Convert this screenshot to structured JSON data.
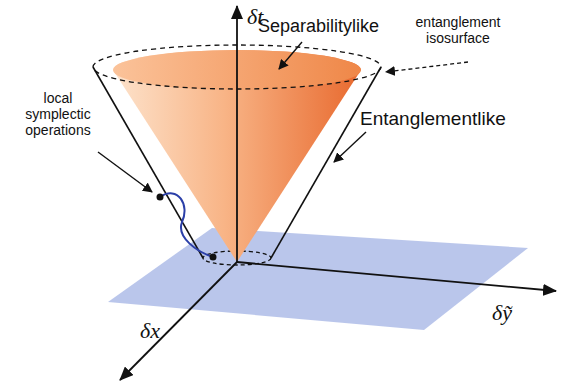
{
  "diagram": {
    "labels": [
      "Separabilitylike",
      "entanglement isosurface",
      "Entanglementlike",
      "local symplectic operations",
      "δt",
      "δx",
      "δỹ"
    ]
  }
}
